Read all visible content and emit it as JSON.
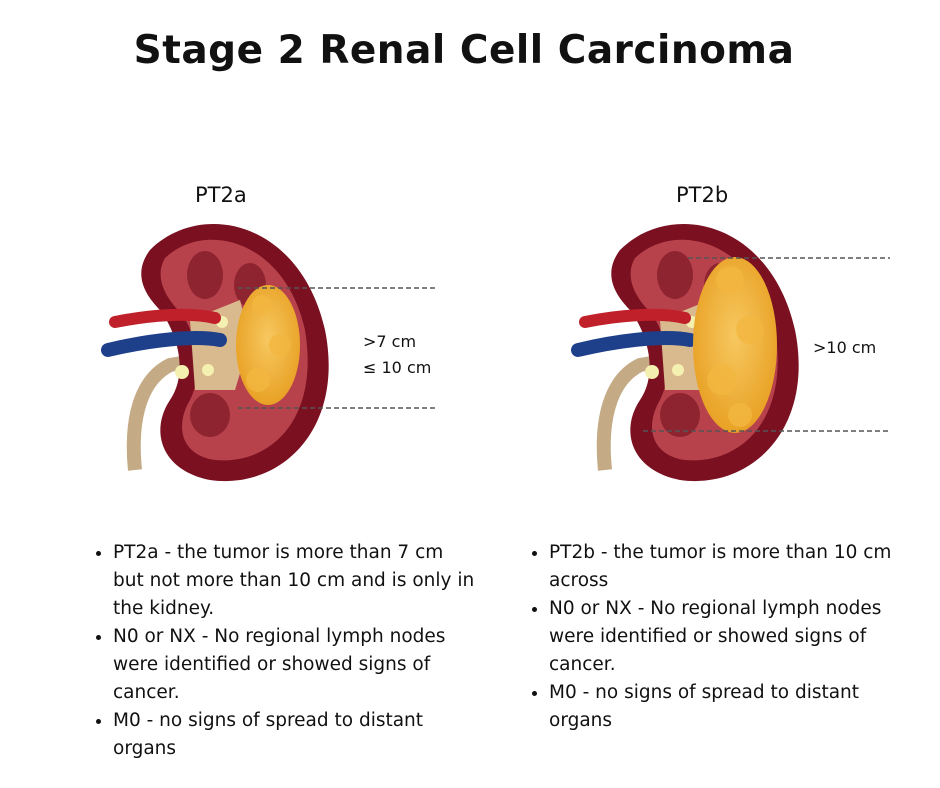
{
  "title": "Stage 2 Renal Cell Carcinoma",
  "panels": [
    {
      "label": "PT2a",
      "measurement": [
        ">7 cm",
        "≤ 10 cm"
      ],
      "bullets": [
        "PT2a -  the tumor is more than 7 cm but not more than 10 cm and is only in the kidney.",
        "N0 or NX - No regional lymph nodes were identified or showed signs of cancer.",
        "M0 - no signs of spread to distant organs"
      ]
    },
    {
      "label": "PT2b",
      "measurement": [
        ">10 cm"
      ],
      "bullets": [
        "PT2b - the tumor is more than 10 cm across",
        "N0 or NX - No regional lymph nodes were identified or showed signs of cancer.",
        "M0 - no signs of spread to distant organs"
      ]
    }
  ],
  "colors": {
    "kidney_outer": "#7a1020",
    "kidney_inner": "#b8424c",
    "tumor": "#f0b030",
    "artery": "#c0202a",
    "vein": "#1e3f8a",
    "ureter": "#c4ab85"
  }
}
